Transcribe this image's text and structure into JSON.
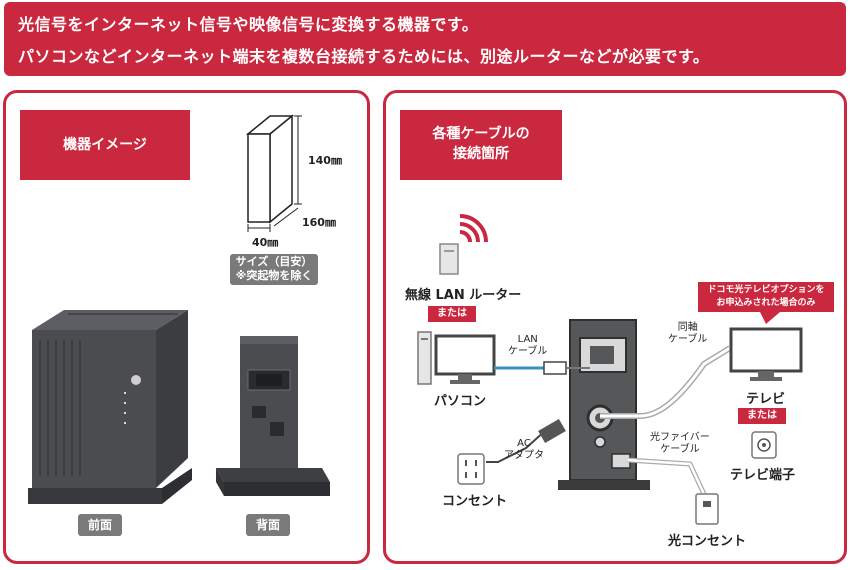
{
  "banner": {
    "line1": "光信号をインターネット信号や映像信号に変換する機器です。",
    "line2": "パソコンなどインターネット端末を複数台接続するためには、別途ルーターなどが必要です。"
  },
  "left_panel": {
    "title": "機器イメージ",
    "dimensions": {
      "height": "140㎜",
      "depth": "160㎜",
      "width": "40㎜"
    },
    "size_note_line1": "サイズ（目安）",
    "size_note_line2": "※突起物を除く",
    "front_label": "前面",
    "back_label": "背面"
  },
  "right_panel": {
    "title_line1": "各種ケーブルの",
    "title_line2": "接続箇所",
    "router_label": "無線 LAN ルーター",
    "or_label_1": "または",
    "or_label_2": "または",
    "pc_label": "パソコン",
    "lan_cable_line1": "LAN",
    "lan_cable_line2": "ケーブル",
    "coax_line1": "同軸",
    "coax_line2": "ケーブル",
    "tv_option_line1": "ドコモ光テレビオプションを",
    "tv_option_line2": "お申込みされた場合のみ",
    "tv_label": "テレビ",
    "tv_terminal_label": "テレビ端子",
    "ac_line1": "AC",
    "ac_line2": "アダプタ",
    "outlet_label": "コンセント",
    "fiber_line1": "光ファイバー",
    "fiber_line2": "ケーブル",
    "optical_outlet_label": "光コンセント"
  },
  "colors": {
    "brand_red": "#c9283e",
    "cable_blue": "#3a8fc6",
    "badge_grey": "#7a7a7a"
  }
}
